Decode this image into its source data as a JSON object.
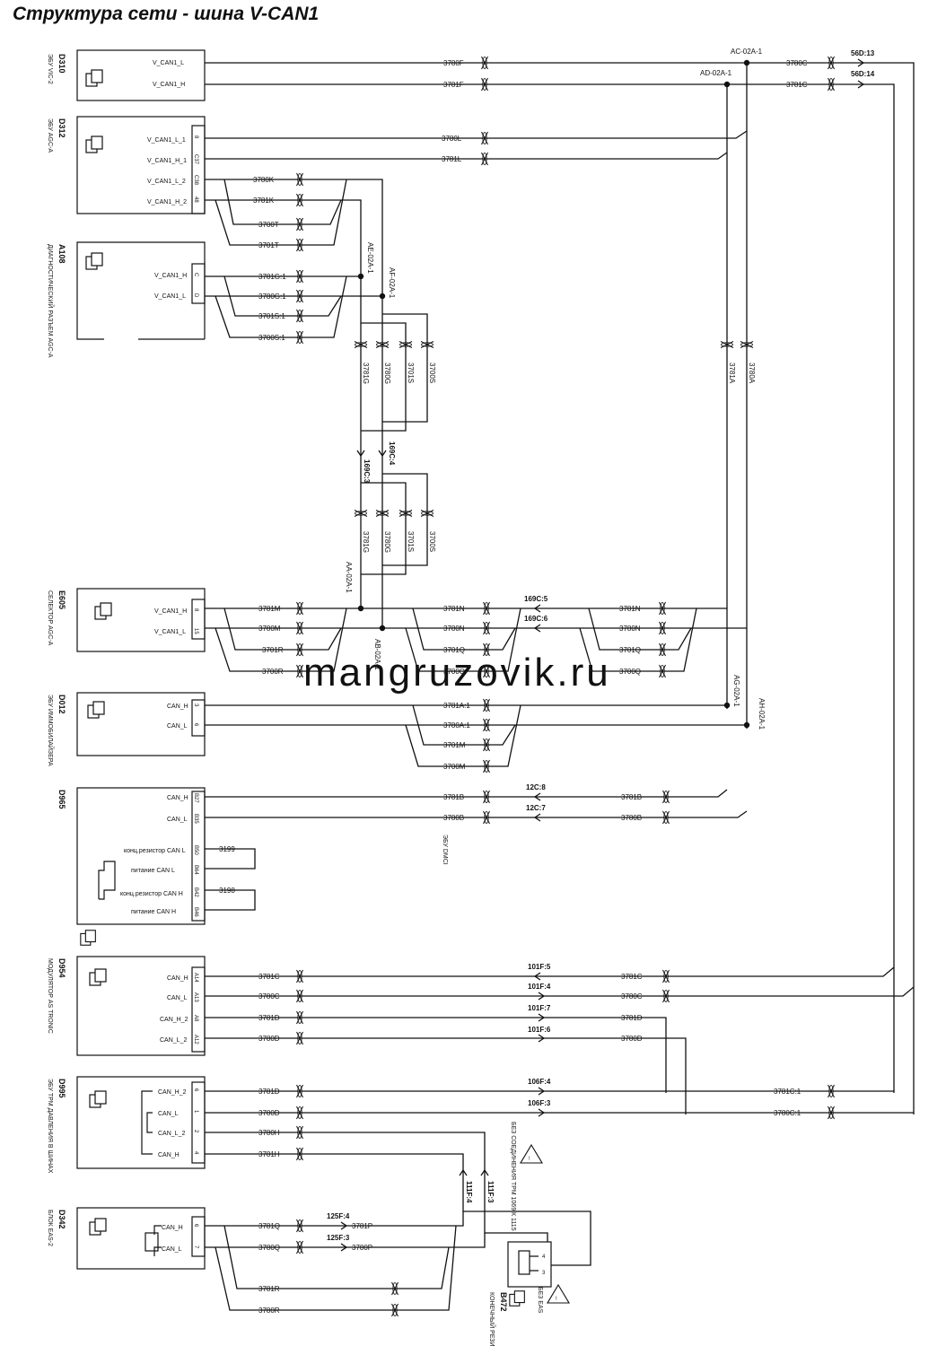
{
  "title": "Структура сети - шина V-CAN1",
  "watermark": "mangruzovik.ru",
  "components": {
    "D310": {
      "id": "D310",
      "name": "ЭБУ VIC-2",
      "pins": [
        "V_CAN1_L",
        "V_CAN1_H"
      ]
    },
    "D312": {
      "id": "D312",
      "name": "ЭБУ AGC-A",
      "pins": [
        "V_CAN1_L_1",
        "V_CAN1_H_1",
        "V_CAN1_L_2",
        "V_CAN1_H_2"
      ],
      "pin_no": [
        "8",
        "C37",
        "C38",
        "48"
      ]
    },
    "A108": {
      "id": "A108",
      "name": "ДИАГНОСТИЧЕСКИЙ РАЗЪЕМ AGC-A",
      "pins": [
        "V_CAN1_H",
        "V_CAN1_L"
      ],
      "pin_no": [
        "C",
        "D"
      ]
    },
    "E605": {
      "id": "E605",
      "name": "СЕЛЕКТОР AGC-A",
      "pins": [
        "V_CAN1_H",
        "V_CAN1_L"
      ],
      "pin_no": [
        "8",
        "15"
      ]
    },
    "D012": {
      "id": "D012",
      "name": "ЭБУ ИММОБИЛАЙЗЕРА",
      "pins": [
        "CAN_H",
        "CAN_L"
      ],
      "pin_no": [
        "3",
        "6"
      ]
    },
    "D965": {
      "id": "D965",
      "name": "ЭБУ DMCI",
      "pins": [
        "CAN_H",
        "CAN_L",
        "конц.резистор CAN L",
        "питание CAN L",
        "конц.резистор CAN H",
        "питание CAN H"
      ],
      "pin_no": [
        "B27",
        "B35",
        "B50",
        "B64",
        "B42",
        "B46"
      ]
    },
    "D954": {
      "id": "D954",
      "name": "МОДУЛЯТОР AS TRONIC",
      "pins": [
        "CAN_H",
        "CAN_L",
        "CAN_H_2",
        "CAN_L_2"
      ],
      "pin_no": [
        "A14",
        "A13",
        "A8",
        "A12"
      ]
    },
    "D995": {
      "id": "D995",
      "name": "ЭБУ TPM ДАВЛЕНИЯ В ШИНАХ",
      "pins": [
        "CAN_H_2",
        "CAN_L",
        "CAN_L_2",
        "CAN_H"
      ],
      "pin_no": [
        "6",
        "1",
        "2",
        "4"
      ]
    },
    "D342": {
      "id": "D342",
      "name": "БЛОК EAS-2",
      "pins": [
        "CAN_H",
        "CAN_L"
      ],
      "pin_no": [
        "6",
        "7"
      ]
    },
    "B472": {
      "id": "B472",
      "name": "КОНЕЧНЫЙ РЕЗИСТОР EAS",
      "pins": [
        "4",
        "3"
      ]
    }
  },
  "wires": {
    "d310": [
      "3780F",
      "3781F",
      "3780C",
      "3781C"
    ],
    "d312": [
      "3780L",
      "3781L",
      "3780K",
      "3781K",
      "3700T",
      "3701T"
    ],
    "a108": [
      "3781G:1",
      "3780G:1",
      "3701S:1",
      "3700S:1"
    ],
    "vert1": [
      "3781G",
      "3780G",
      "3701S",
      "3700S"
    ],
    "vert2": [
      "3781G",
      "3780G",
      "3701S",
      "3700S"
    ],
    "vert_right": [
      "3781A",
      "3780A"
    ],
    "e605": [
      "3781M",
      "3780M",
      "3701R",
      "3700R",
      "3781N",
      "3780N",
      "3701Q",
      "3700Q",
      "3781N",
      "3780N",
      "3701Q",
      "3700Q"
    ],
    "d012": [
      "3781A:1",
      "3780A:1",
      "3701M",
      "3700M"
    ],
    "d965": [
      "3781B",
      "3780B",
      "3781B",
      "3780B",
      "3199",
      "3198"
    ],
    "d954": [
      "3781C",
      "3780C",
      "3781D",
      "3780D",
      "3781C",
      "3780C",
      "3781D",
      "3780D"
    ],
    "d995": [
      "3781D",
      "3780D",
      "3780H",
      "3781H",
      "3781C:1",
      "3780C:1"
    ],
    "d342": [
      "3781Q",
      "3780Q",
      "3781P",
      "3780P",
      "3781R",
      "3780R"
    ]
  },
  "connectors": [
    "56D:13",
    "56D:14",
    "169C:5",
    "169C:6",
    "12C:8",
    "12C:7",
    "101F:5",
    "101F:4",
    "101F:7",
    "101F:6",
    "106F:4",
    "106F:3",
    "125F:4",
    "125F:3",
    "111F:4",
    "111F:3",
    "169C:3",
    "169C:4"
  ],
  "splices": [
    "AC-02A-1",
    "AD-02A-1",
    "AE-02A-1",
    "AF-02A-1",
    "AA-02A-1",
    "AB-02A-1",
    "AG-02A-1",
    "AH-02A-1"
  ],
  "notes": {
    "no_tpm": "БЕЗ СОЕДИНЕНИЯ ТРМ 1069 К 1115",
    "no_eas": "БЕЗ EAS"
  }
}
